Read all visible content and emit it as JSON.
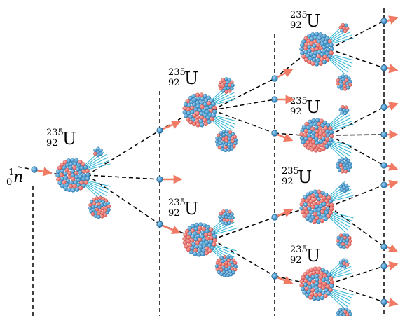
{
  "neutron_label": {
    "mass": "1",
    "atomic": "0",
    "symbol": "n"
  },
  "uranium_label": {
    "mass": "235",
    "atomic": "92",
    "symbol": "U"
  },
  "colors": {
    "proton": "#ee6b66",
    "neutron": "#3f9ad2",
    "arrow": "#f07a63",
    "gamma": "#33b6d6",
    "dash": "#000000"
  },
  "generations": 3
}
